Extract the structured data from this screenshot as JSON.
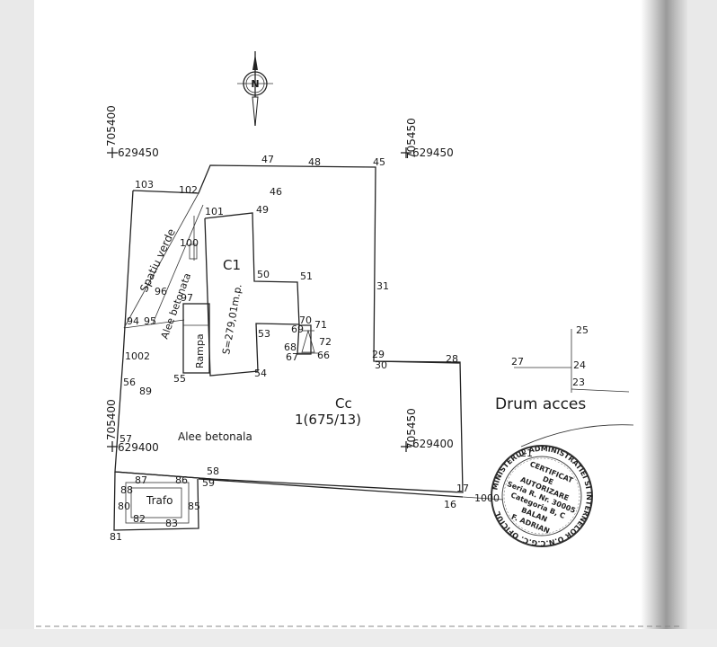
{
  "compass": {
    "letter": "N"
  },
  "grid_marks": [
    {
      "x_label": "705400",
      "y_label": "629450"
    },
    {
      "x_label": "705450",
      "y_label": "629450"
    },
    {
      "x_label": "705400",
      "y_label": "629400"
    },
    {
      "x_label": "705450",
      "y_label": "629400"
    }
  ],
  "parcel": {
    "id": "Cc",
    "number": "1(675/13)",
    "building_label": "C1",
    "building_area": "S=279,01m.p."
  },
  "areas": {
    "green_space": "Spatiu verde",
    "alley_small": "Alee betonata",
    "alley_main": "Alee betonala",
    "ramp": "Rampa",
    "transformer": "Trafo",
    "access_road": "Drum acces"
  },
  "points": {
    "p103": "103",
    "p102": "102",
    "p47": "47",
    "p48": "48",
    "p45": "45",
    "p46": "46",
    "p101": "101",
    "p49": "49",
    "p100": "100",
    "p50": "50",
    "p51": "51",
    "p31": "31",
    "p96": "96",
    "p97": "97",
    "p94": "94",
    "p95": "95",
    "p70": "70",
    "p69": "69",
    "p71": "71",
    "p53": "53",
    "p68": "68",
    "p72": "72",
    "p67": "67",
    "p66": "66",
    "p1002": "1002",
    "p29": "29",
    "p30": "30",
    "p28": "28",
    "p55": "55",
    "p54": "54",
    "p56": "56",
    "p89": "89",
    "p57": "57",
    "p58": "58",
    "p87": "87",
    "p86": "86",
    "p59": "59",
    "p88": "88",
    "p80": "80",
    "p85": "85",
    "p82": "82",
    "p83": "83",
    "p81": "81",
    "p17": "17",
    "p16": "16",
    "p1000": "1000",
    "p21": "21",
    "p27": "27",
    "p24": "24",
    "p25": "25",
    "p23": "23"
  },
  "stamp": {
    "ring_text": "MINISTERUL ADMINISTRATIEI SI INTERNELOR O.N.C.G.C. OFICIUL",
    "line1": "CERTIFICAT",
    "line2": "DE",
    "line3": "AUTORIZARE",
    "line4": "Seria R. Nr. 30005",
    "line5": "Categoria B, C",
    "line6": "BALAN",
    "line7": "F. ADRIAN",
    "bottom": "O.N.C.G.C."
  }
}
